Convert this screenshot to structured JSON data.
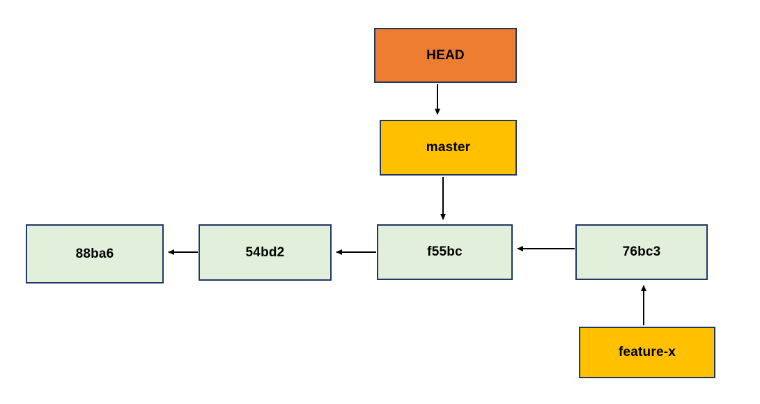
{
  "diagram": {
    "description": "git commit graph with HEAD, branch pointers and commit chain",
    "nodes": {
      "head": {
        "label": "HEAD",
        "type": "head-pointer",
        "fill": "#ED7D31"
      },
      "master": {
        "label": "master",
        "type": "branch-pointer",
        "fill": "#FFC000"
      },
      "c88ba6": {
        "label": "88ba6",
        "type": "commit",
        "fill": "#E2EFDA"
      },
      "c54bd2": {
        "label": "54bd2",
        "type": "commit",
        "fill": "#E2EFDA"
      },
      "cf55bc": {
        "label": "f55bc",
        "type": "commit",
        "fill": "#E2EFDA"
      },
      "c76bc3": {
        "label": "76bc3",
        "type": "commit",
        "fill": "#E2EFDA"
      },
      "featurex": {
        "label": "feature-x",
        "type": "branch-pointer",
        "fill": "#FFC000"
      }
    },
    "edges": [
      {
        "from": "HEAD",
        "to": "master",
        "direction": "down"
      },
      {
        "from": "master",
        "to": "f55bc",
        "direction": "down"
      },
      {
        "from": "54bd2",
        "to": "88ba6",
        "direction": "left"
      },
      {
        "from": "f55bc",
        "to": "54bd2",
        "direction": "left"
      },
      {
        "from": "76bc3",
        "to": "f55bc",
        "direction": "left"
      },
      {
        "from": "feature-x",
        "to": "76bc3",
        "direction": "up"
      }
    ],
    "colors": {
      "node_border": "#203864",
      "arrow": "#000000",
      "background": "#FFFFFF",
      "commit_fill": "#E2EFDA",
      "head_fill": "#ED7D31",
      "branch_fill": "#FFC000"
    }
  }
}
